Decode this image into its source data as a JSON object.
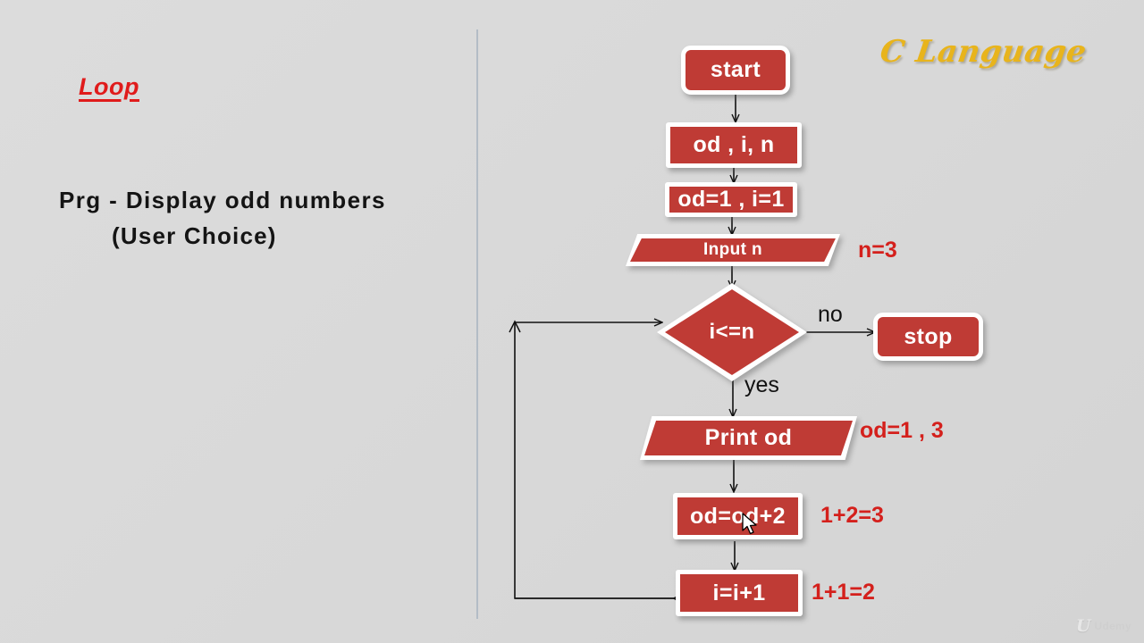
{
  "slide": {
    "background_color": "#dadada",
    "brand_title": "C Language",
    "brand_color": "#e8b41c",
    "divider_color": "#b3bcc6"
  },
  "left_panel": {
    "section_title": "Loop",
    "section_title_color": "#e01b1b",
    "program_line_1": "Prg  - Display  odd  numbers",
    "program_line_2": "(User  Choice)"
  },
  "flowchart": {
    "node_fill": "#bf3b35",
    "node_border": "#ffffff",
    "annotation_color": "#d4201c",
    "nodes": [
      {
        "id": "start",
        "label": "start",
        "shape": "rounded"
      },
      {
        "id": "declare",
        "label": "od , i, n",
        "shape": "rect"
      },
      {
        "id": "init",
        "label": "od=1 , i=1",
        "shape": "rect"
      },
      {
        "id": "input",
        "label": "Input n",
        "shape": "parallelogram"
      },
      {
        "id": "cond",
        "label": "i<=n",
        "shape": "diamond"
      },
      {
        "id": "stop",
        "label": "stop",
        "shape": "rounded"
      },
      {
        "id": "print",
        "label": "Print od",
        "shape": "parallelogram"
      },
      {
        "id": "odinc",
        "label": "od=od+2",
        "shape": "rect"
      },
      {
        "id": "iinc",
        "label": "i=i+1",
        "shape": "rect"
      }
    ],
    "edge_labels": {
      "no": "no",
      "yes": "yes"
    },
    "annotations": [
      {
        "id": "n-value",
        "text": "n=3",
        "for": "input"
      },
      {
        "id": "od-values",
        "text": "od=1 , 3",
        "for": "print"
      },
      {
        "id": "od-calc",
        "text": "1+2=3",
        "for": "odinc"
      },
      {
        "id": "i-calc",
        "text": "1+1=2",
        "for": "iinc"
      }
    ]
  },
  "watermark": {
    "mark": "U",
    "text": "Udemy"
  }
}
